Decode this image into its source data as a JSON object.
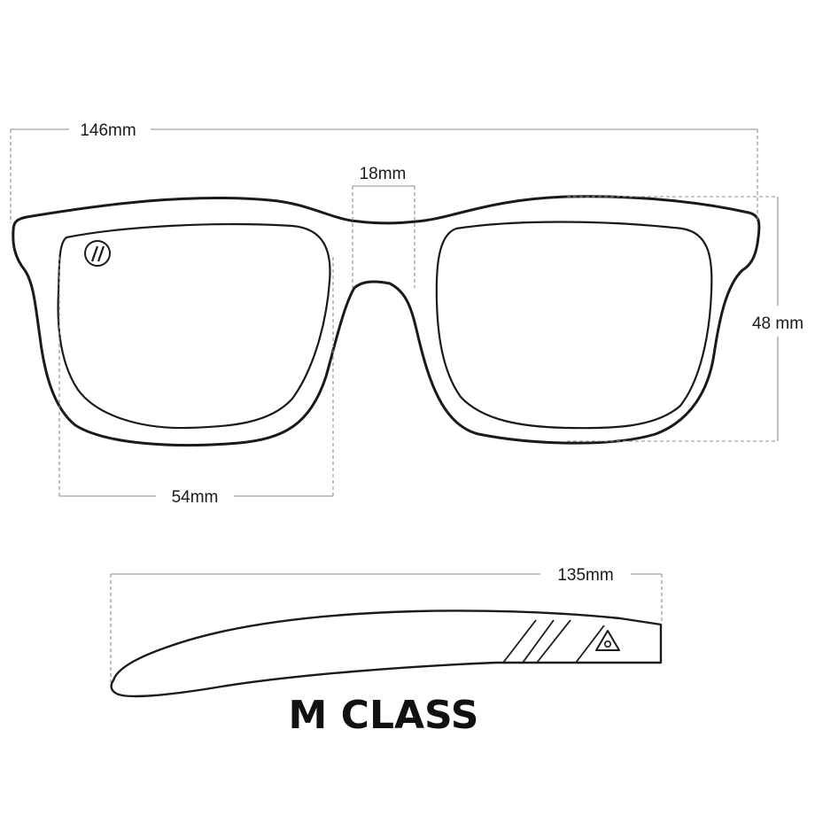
{
  "title": "M CLASS",
  "dimensions": {
    "frame_width": "146mm",
    "bridge_width": "18mm",
    "lens_height": "48 mm",
    "lens_width": "54mm",
    "temple_length": "135mm"
  },
  "icons": {
    "lens_logo": "double-slash-badge-icon",
    "temple_logo": "triangle-eye-icon"
  },
  "colors": {
    "outline": "#1a1a1a",
    "dimension_lines": "#8c8c8c",
    "background": "#ffffff"
  }
}
